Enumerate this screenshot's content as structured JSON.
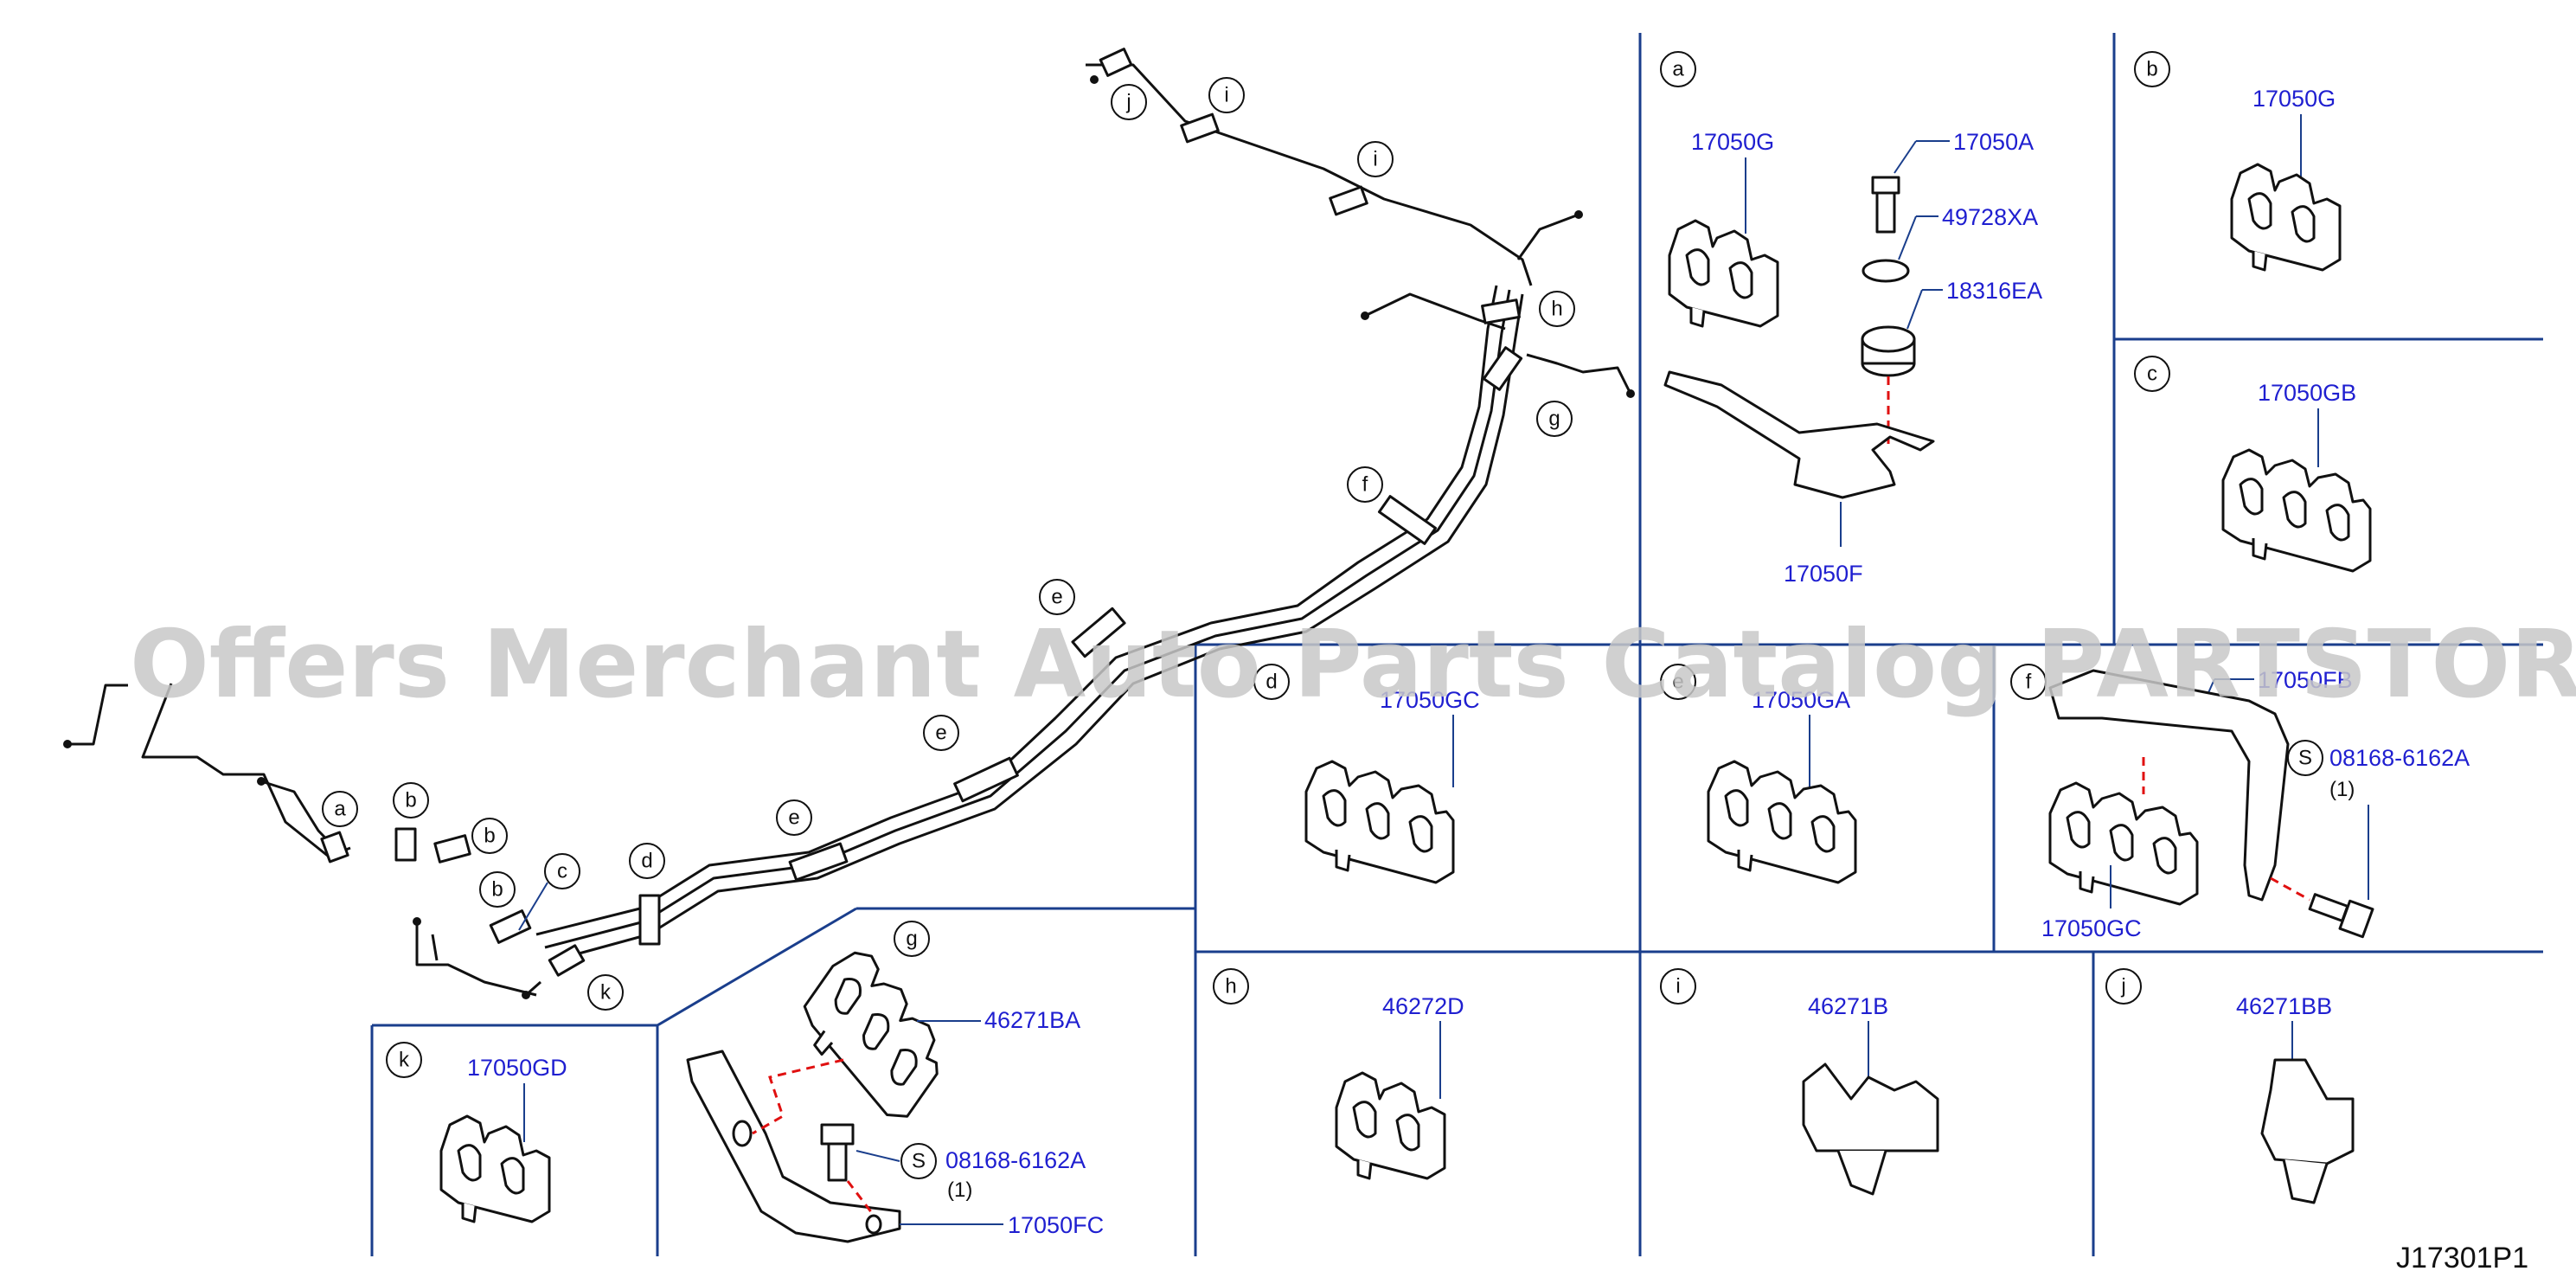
{
  "watermark": "Offers Merchant Auto Parts Catalog PARTSTORE SA",
  "drawing_code": "J17301P1",
  "overview_callouts": [
    "j",
    "i",
    "i",
    "h",
    "g",
    "f",
    "e",
    "e",
    "e",
    "d",
    "c",
    "b",
    "b",
    "b",
    "a",
    "k"
  ],
  "panels": {
    "a": {
      "label": "a",
      "parts": [
        "17050G",
        "17050A",
        "49728XA",
        "18316EA",
        "17050F"
      ]
    },
    "b": {
      "label": "b",
      "parts": [
        "17050G"
      ]
    },
    "c": {
      "label": "c",
      "parts": [
        "17050GB"
      ]
    },
    "d": {
      "label": "d",
      "parts": [
        "17050GC"
      ]
    },
    "e": {
      "label": "e",
      "parts": [
        "17050GA"
      ]
    },
    "f": {
      "label": "f",
      "parts": [
        "17050FB",
        "08168-6162A",
        "17050GC"
      ],
      "qty": "(1)",
      "s_mark": "S"
    },
    "g": {
      "label": "g",
      "parts": [
        "46271BA",
        "08168-6162A",
        "17050FC"
      ],
      "qty": "(1)",
      "s_mark": "S"
    },
    "h": {
      "label": "h",
      "parts": [
        "46272D"
      ]
    },
    "i": {
      "label": "i",
      "parts": [
        "46271B"
      ]
    },
    "j": {
      "label": "j",
      "parts": [
        "46271BB"
      ]
    },
    "k": {
      "label": "k",
      "parts": [
        "17050GD"
      ]
    }
  }
}
